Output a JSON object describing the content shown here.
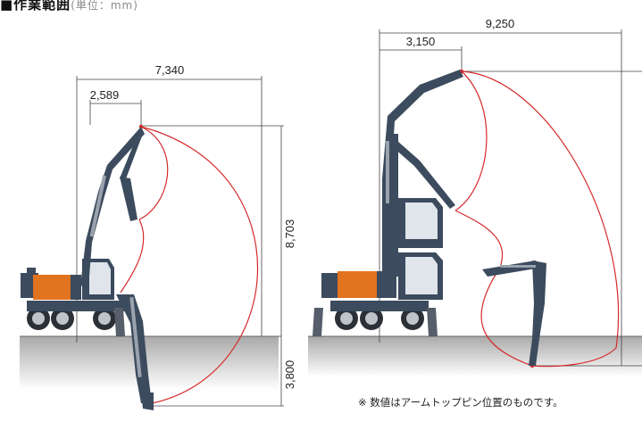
{
  "title": "■作業範囲",
  "title_unit": "(単位：mm)",
  "left_figure": {
    "dim_width": "7,340",
    "dim_offset": "2,589",
    "dim_height_above": "8,703",
    "dim_depth_below": "3,800"
  },
  "right_figure": {
    "dim_width": "9,250",
    "dim_offset": "3,150"
  },
  "note": "※ 数値はアームトップピン位置のものです。",
  "colors": {
    "machine_body": "#3c4b5e",
    "machine_accent": "#e2731f",
    "reach_curve": "#d42a2a",
    "ground": "#bfbfbf",
    "dimension_line": "#444444"
  }
}
